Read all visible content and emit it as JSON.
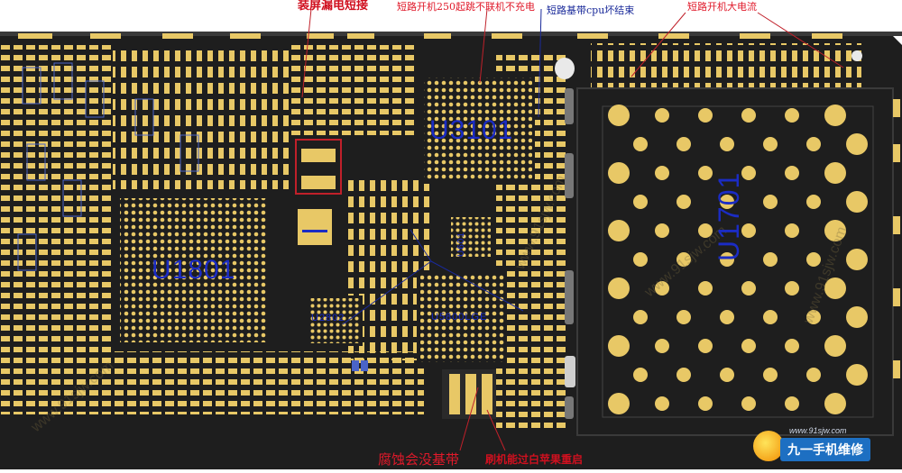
{
  "annotations": {
    "top": [
      {
        "id": "short-screen",
        "text": "装屏漏电短接",
        "style": "redbold"
      },
      {
        "id": "short-250",
        "text": "短路开机250起跳不联机不充电",
        "style": "red"
      },
      {
        "id": "short-cpu",
        "text": "短路基带cpu坏结束",
        "style": "blue"
      },
      {
        "id": "short-big-current",
        "text": "短路开机大电流",
        "style": "red"
      }
    ],
    "bottom": [
      {
        "id": "corrosion",
        "text": "腐蚀会没基带",
        "style": "red"
      },
      {
        "id": "flash-restart",
        "text": "刷机能过白苹果重启",
        "style": "redbold"
      }
    ]
  },
  "chips": {
    "u1801": "U1801",
    "u3101": "U3101",
    "u1701": "U1701",
    "small_left": "U2802",
    "small_mid": "U5800LGE",
    "small_top": "U601"
  },
  "watermark": {
    "url": "www.91sjw.com",
    "brand": "九一手机维修"
  },
  "colors": {
    "board": "#1e1e1e",
    "pad": "#e8c866",
    "pad_dark": "#c9a445",
    "annotation_red": "#e0192a",
    "annotation_blue": "#1a2a9a",
    "chip_label": "#1b2cc4",
    "brand_bg": "#1d6fc2"
  }
}
